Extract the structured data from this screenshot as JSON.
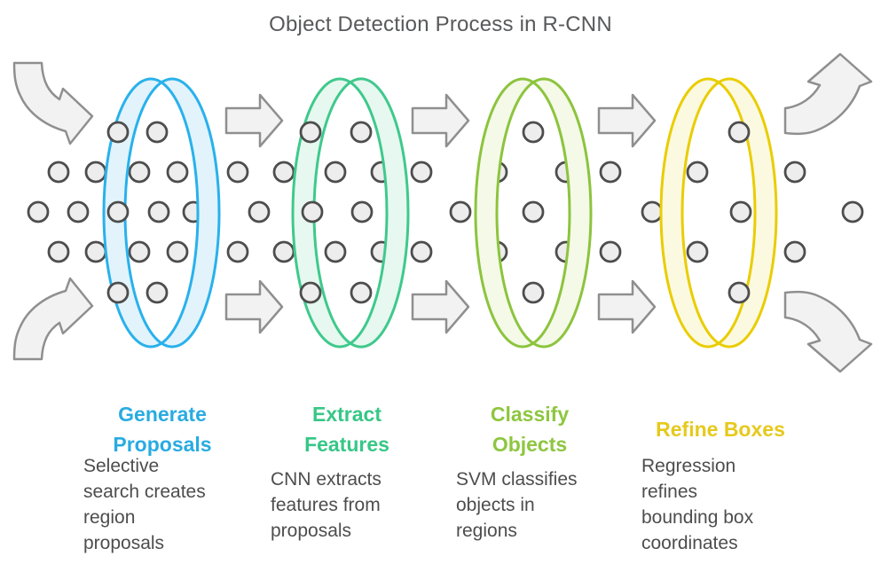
{
  "title": "Object Detection Process in R-CNN",
  "stages": [
    {
      "name": "Generate Proposals",
      "heading": "Generate\nProposals",
      "description": "Selective\nsearch creates\nregion\nproposals",
      "color": "#29abe2",
      "ring_stroke": "#29b1ec",
      "ring_fill": "#e2f3fc"
    },
    {
      "name": "Extract Features",
      "heading": "Extract\nFeatures",
      "description": "CNN extracts\nfeatures from\nproposals",
      "color": "#36c786",
      "ring_stroke": "#3fc98c",
      "ring_fill": "#e7f8f0"
    },
    {
      "name": "Classify Objects",
      "heading": "Classify\nObjects",
      "description": "SVM classifies\nobjects in\nregions",
      "color": "#8dc63f",
      "ring_stroke": "#8cc43d",
      "ring_fill": "#f4f9e8"
    },
    {
      "name": "Refine Boxes",
      "heading": "Refine Boxes",
      "description": "Regression\nrefines\nbounding box\ncoordinates",
      "color": "#e6c91c",
      "ring_stroke": "#e9cd03",
      "ring_fill": "#fcf9e1"
    }
  ],
  "colors": {
    "title_color": "#58595b",
    "body_color": "#4d4d4d",
    "dot_fill": "#ededed",
    "dot_stroke": "#4d4d4d",
    "arrow_fill": "#f2f2f2",
    "arrow_stroke": "#8f8f8f"
  }
}
